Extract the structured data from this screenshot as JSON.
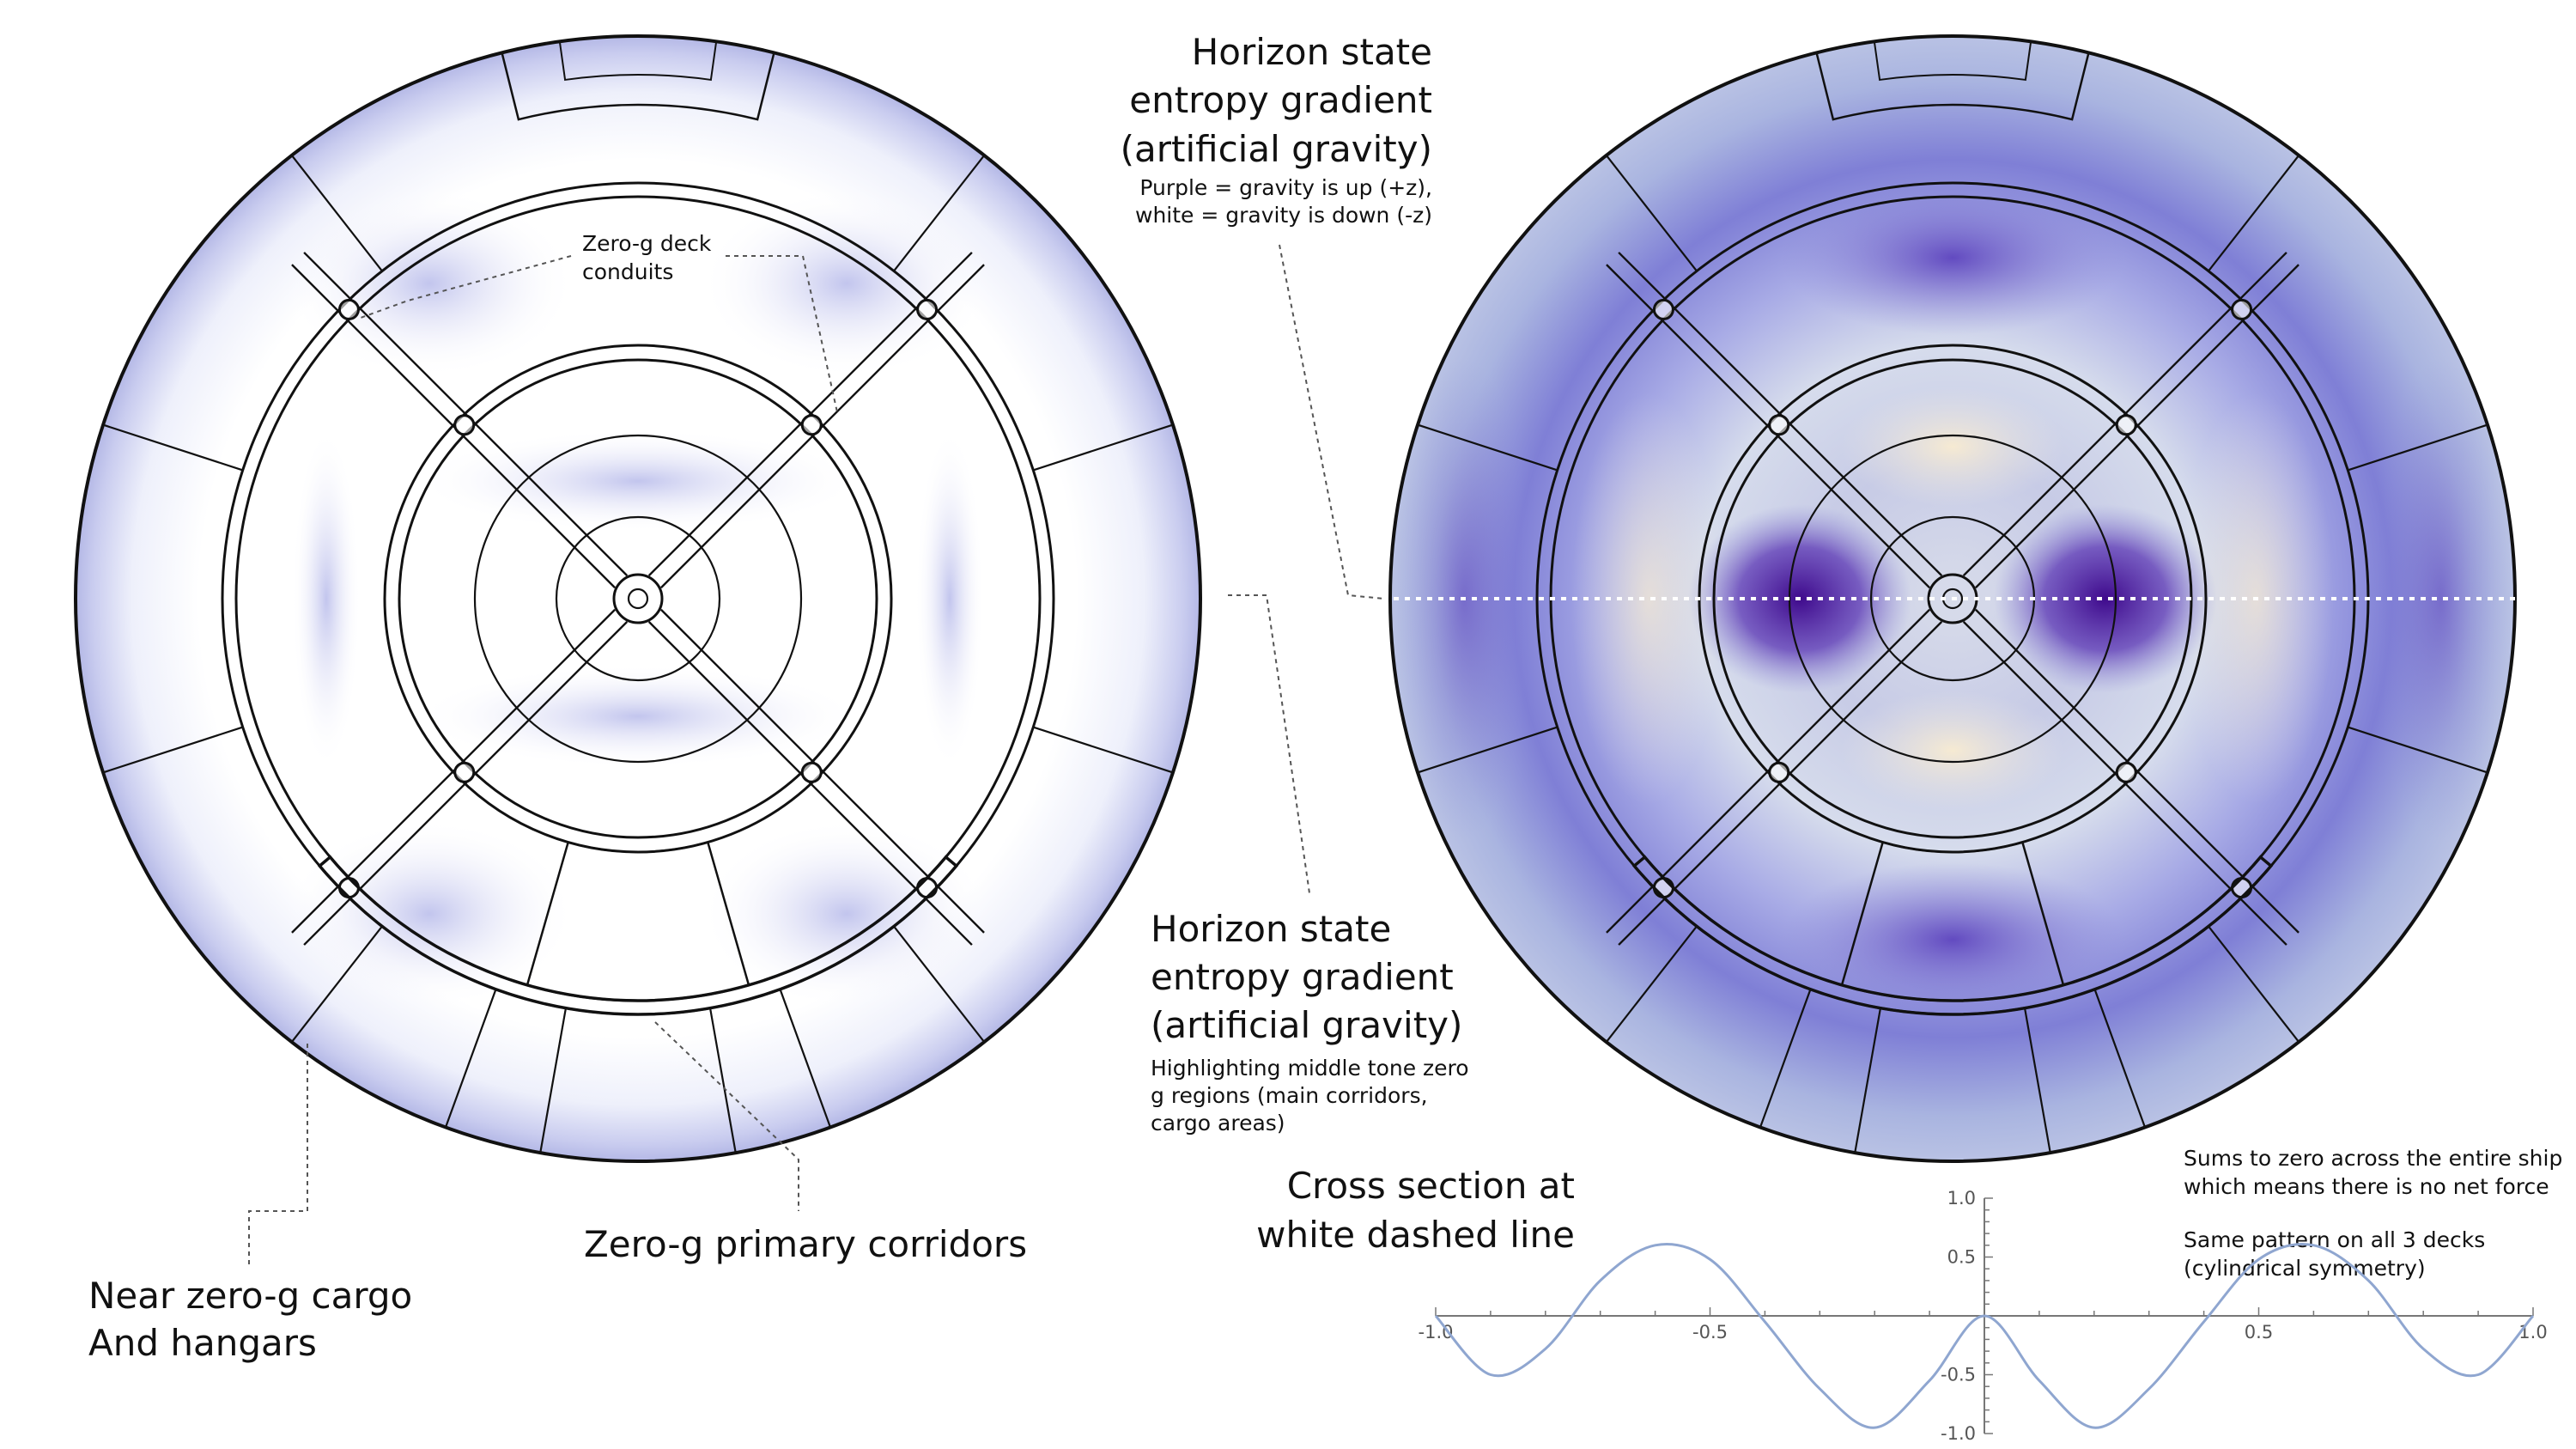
{
  "annotations": {
    "left_conduits": [
      "Zero-g deck",
      "conduits"
    ],
    "left_corridors": "Zero-g primary corridors",
    "left_cargo": [
      "Near zero-g cargo",
      "And hangars"
    ],
    "mid_title": [
      "Horizon state",
      "entropy gradient",
      "(artificial gravity)"
    ],
    "mid_note": [
      "Highlighting middle tone zero",
      "g regions (main corridors,",
      "cargo areas)"
    ],
    "right_title": [
      "Horizon state",
      "entropy gradient",
      "(artificial gravity)"
    ],
    "right_note": [
      "Purple = gravity is up (+z),",
      "white = gravity is down (-z)"
    ],
    "cross_title": [
      "Cross section at",
      "white dashed line"
    ],
    "sum_note": [
      "Sums to zero across the entire ship",
      "which means there is no net force"
    ],
    "symmetry_note": [
      "Same pattern on all 3 decks",
      "(cylindrical symmetry)"
    ]
  },
  "colors": {
    "purple_up": "#3f0a8c",
    "white_down": "#f6ead2",
    "midtone": "#9fa4dc",
    "curve": "#8fa6d0",
    "line": "#111111"
  },
  "chart_data": {
    "type": "line",
    "xlim": [
      -1.0,
      1.0
    ],
    "ylim": [
      -1.0,
      1.0
    ],
    "x_ticks": [
      "-1.0",
      "-0.5",
      "0.5",
      "1.0"
    ],
    "y_ticks": [
      "1.0",
      "0.5",
      "-0.5",
      "-1.0"
    ],
    "series": [
      {
        "x": [
          -1.0,
          -0.9,
          -0.8,
          -0.7,
          -0.6,
          -0.5,
          -0.4,
          -0.3,
          -0.2,
          -0.1,
          0.0,
          0.1,
          0.2,
          0.3,
          0.4,
          0.5,
          0.6,
          0.7,
          0.8,
          0.9,
          1.0
        ],
        "y": [
          0.0,
          -0.5,
          -0.28,
          0.3,
          0.6,
          0.48,
          -0.05,
          -0.62,
          -0.95,
          -0.55,
          0.0,
          -0.55,
          -0.95,
          -0.62,
          -0.05,
          0.48,
          0.6,
          0.3,
          -0.28,
          -0.5,
          0.0
        ]
      }
    ]
  }
}
